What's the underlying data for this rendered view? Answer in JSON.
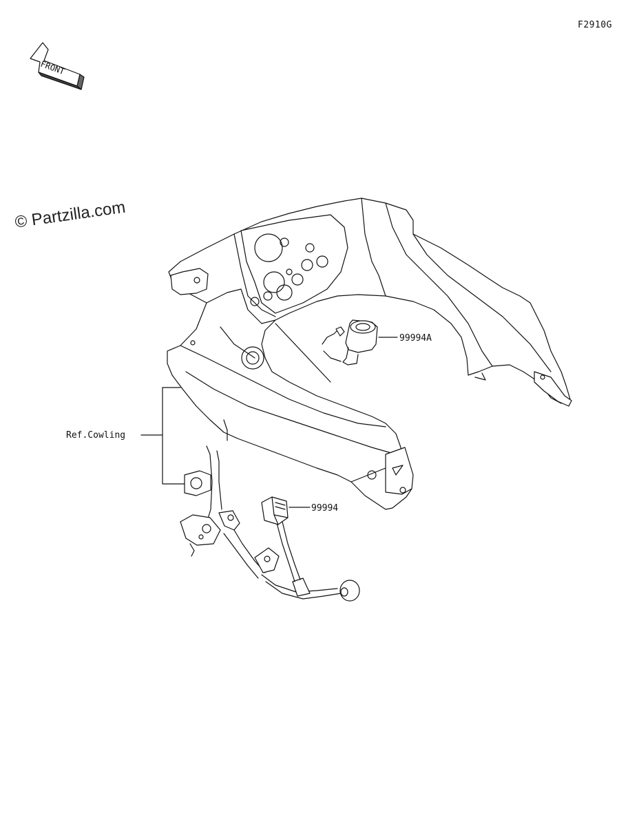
{
  "figure_code": "F2910G",
  "front_label": "FRONT",
  "watermark": "© Partzilla.com",
  "callouts": {
    "accessory_socket": "99994A",
    "connector": "99994",
    "reference": "Ref.Cowling"
  }
}
